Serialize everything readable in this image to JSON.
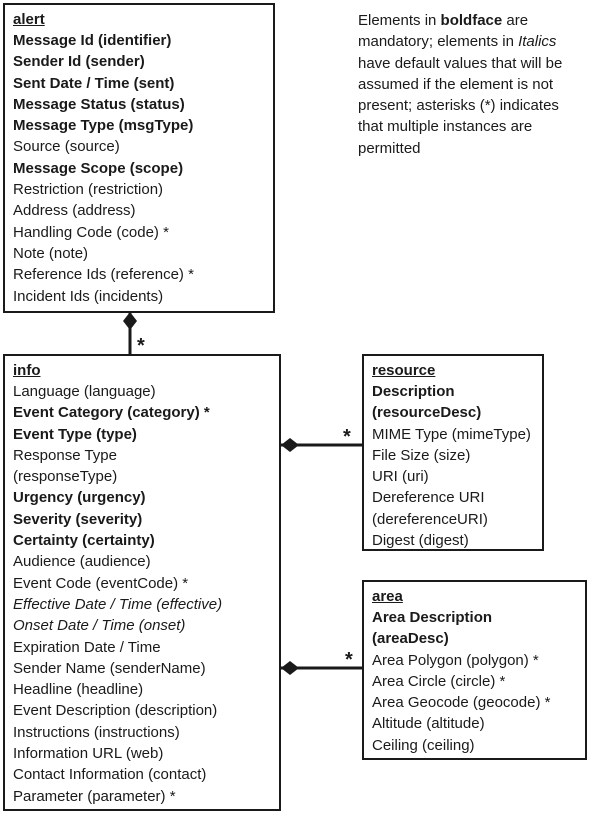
{
  "note": {
    "p1": "Elements in ",
    "bold_word": "boldface",
    "p2": " are mandatory; elements in ",
    "italic_word": "Italics",
    "p3": " have default values that will be assumed if the element is not present; asterisks (*) indicates that multiple instances are permitted"
  },
  "alert": {
    "title": "alert",
    "rows": [
      {
        "text": "Message Id (identifier)",
        "style": "bold"
      },
      {
        "text": "Sender Id (sender)",
        "style": "bold"
      },
      {
        "text": "Sent Date / Time (sent)",
        "style": "bold"
      },
      {
        "text": "Message Status (status)",
        "style": "bold"
      },
      {
        "text": "Message Type (msgType)",
        "style": "bold"
      },
      {
        "text": "Source (source)",
        "style": "normal"
      },
      {
        "text": "Message Scope (scope)",
        "style": "bold"
      },
      {
        "text": "Restriction (restriction)",
        "style": "normal"
      },
      {
        "text": "Address (address)",
        "style": "normal"
      },
      {
        "text": "Handling Code (code) *",
        "style": "normal"
      },
      {
        "text": "Note (note)",
        "style": "normal"
      },
      {
        "text": "Reference Ids (reference) *",
        "style": "normal"
      },
      {
        "text": "Incident Ids (incidents)",
        "style": "normal"
      }
    ]
  },
  "info": {
    "title": "info",
    "rows": [
      {
        "text": "Language (language)",
        "style": "normal"
      },
      {
        "text": "Event Category (category) *",
        "style": "bold"
      },
      {
        "text": "Event Type (type)",
        "style": "bold"
      },
      {
        "text": "Response Type",
        "style": "normal"
      },
      {
        "text": "(responseType)",
        "style": "normal"
      },
      {
        "text": "Urgency (urgency)",
        "style": "bold"
      },
      {
        "text": "Severity (severity)",
        "style": "bold"
      },
      {
        "text": "Certainty (certainty)",
        "style": "bold"
      },
      {
        "text": "Audience (audience)",
        "style": "normal"
      },
      {
        "text": "Event Code (eventCode) *",
        "style": "normal"
      },
      {
        "text": "Effective Date / Time (effective)",
        "style": "italic"
      },
      {
        "text": "Onset Date / Time (onset)",
        "style": "italic"
      },
      {
        "text": "Expiration Date / Time",
        "style": "normal"
      },
      {
        "text": "Sender Name (senderName)",
        "style": "normal"
      },
      {
        "text": "Headline (headline)",
        "style": "normal"
      },
      {
        "text": "Event Description (description)",
        "style": "normal"
      },
      {
        "text": "Instructions (instructions)",
        "style": "normal"
      },
      {
        "text": "Information URL (web)",
        "style": "normal"
      },
      {
        "text": "Contact Information (contact)",
        "style": "normal"
      },
      {
        "text": "Parameter (parameter) *",
        "style": "normal"
      }
    ]
  },
  "resource": {
    "title": "resource",
    "rows": [
      {
        "text": "Description",
        "style": "bold"
      },
      {
        "text": "(resourceDesc)",
        "style": "bold"
      },
      {
        "text": "MIME Type (mimeType)",
        "style": "normal"
      },
      {
        "text": "File Size (size)",
        "style": "normal"
      },
      {
        "text": "URI (uri)",
        "style": "normal"
      },
      {
        "text": "Dereference URI",
        "style": "normal"
      },
      {
        "text": "(dereferenceURI)",
        "style": "normal"
      },
      {
        "text": "Digest (digest)",
        "style": "normal"
      }
    ]
  },
  "area": {
    "title": "area",
    "rows": [
      {
        "text": "Area Description",
        "style": "bold"
      },
      {
        "text": "(areaDesc)",
        "style": "bold"
      },
      {
        "text": "Area Polygon (polygon) *",
        "style": "normal"
      },
      {
        "text": "Area Circle (circle) *",
        "style": "normal"
      },
      {
        "text": "Area Geocode (geocode) *",
        "style": "normal"
      },
      {
        "text": "Altitude (altitude)",
        "style": "normal"
      },
      {
        "text": "Ceiling (ceiling)",
        "style": "normal"
      }
    ]
  },
  "connectors": {
    "alert_info_multiplicity": "*",
    "info_resource_multiplicity": "*",
    "info_area_multiplicity": "*"
  }
}
